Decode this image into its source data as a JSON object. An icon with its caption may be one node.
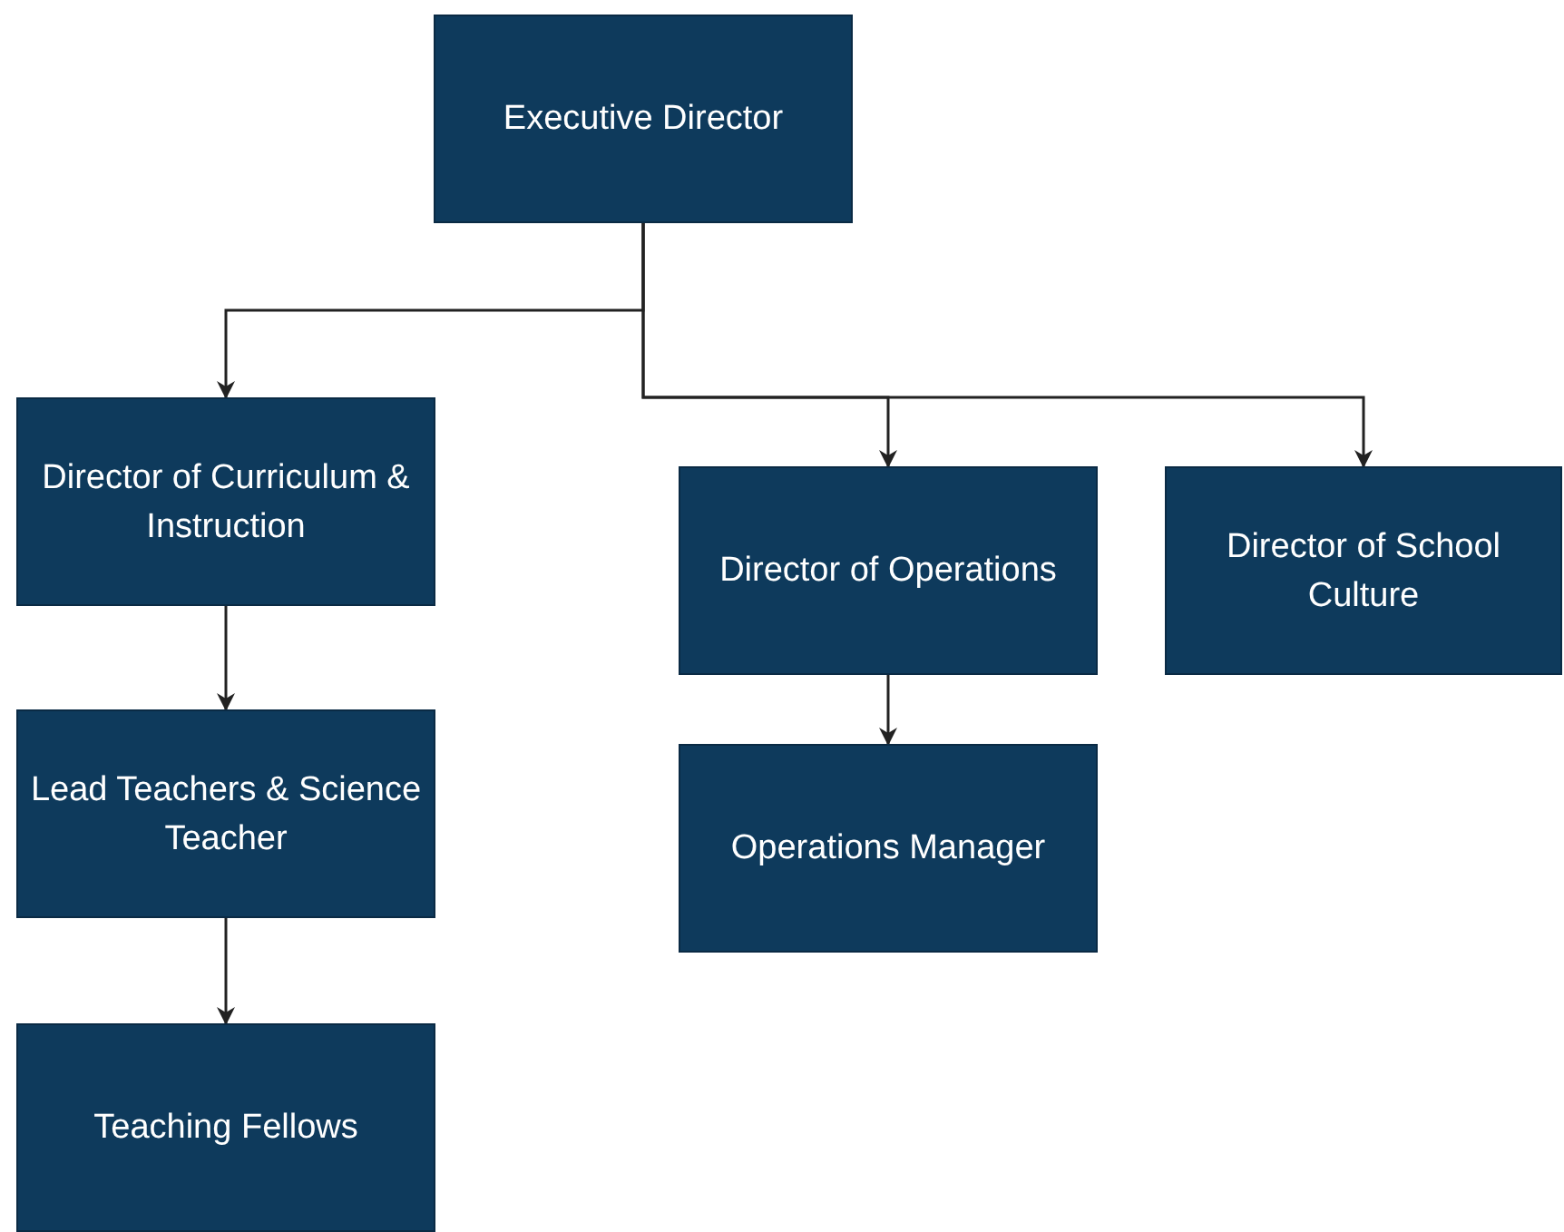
{
  "diagram": {
    "nodes": [
      {
        "text": [
          "Executive Director"
        ]
      },
      {
        "text": [
          "Director of Curriculum & Instruction"
        ]
      },
      {
        "text": [
          "Director of Operations"
        ]
      },
      {
        "text": [
          "Director of School Culture"
        ]
      },
      {
        "text": [
          "Lead Teachers & Science Teacher"
        ]
      },
      {
        "text": [
          "Operations Manager"
        ]
      },
      {
        "text": [
          "Teaching Fellows"
        ]
      }
    ],
    "edges": [
      {
        "from": 0,
        "to": 1,
        "arrow": "to"
      },
      {
        "from": 0,
        "to": 2,
        "arrow": "to"
      },
      {
        "from": 0,
        "to": 3,
        "arrow": "to"
      },
      {
        "from": 1,
        "to": 4,
        "arrow": "to"
      },
      {
        "from": 2,
        "to": 5,
        "arrow": "to"
      },
      {
        "from": 4,
        "to": 6,
        "arrow": "to"
      }
    ]
  }
}
